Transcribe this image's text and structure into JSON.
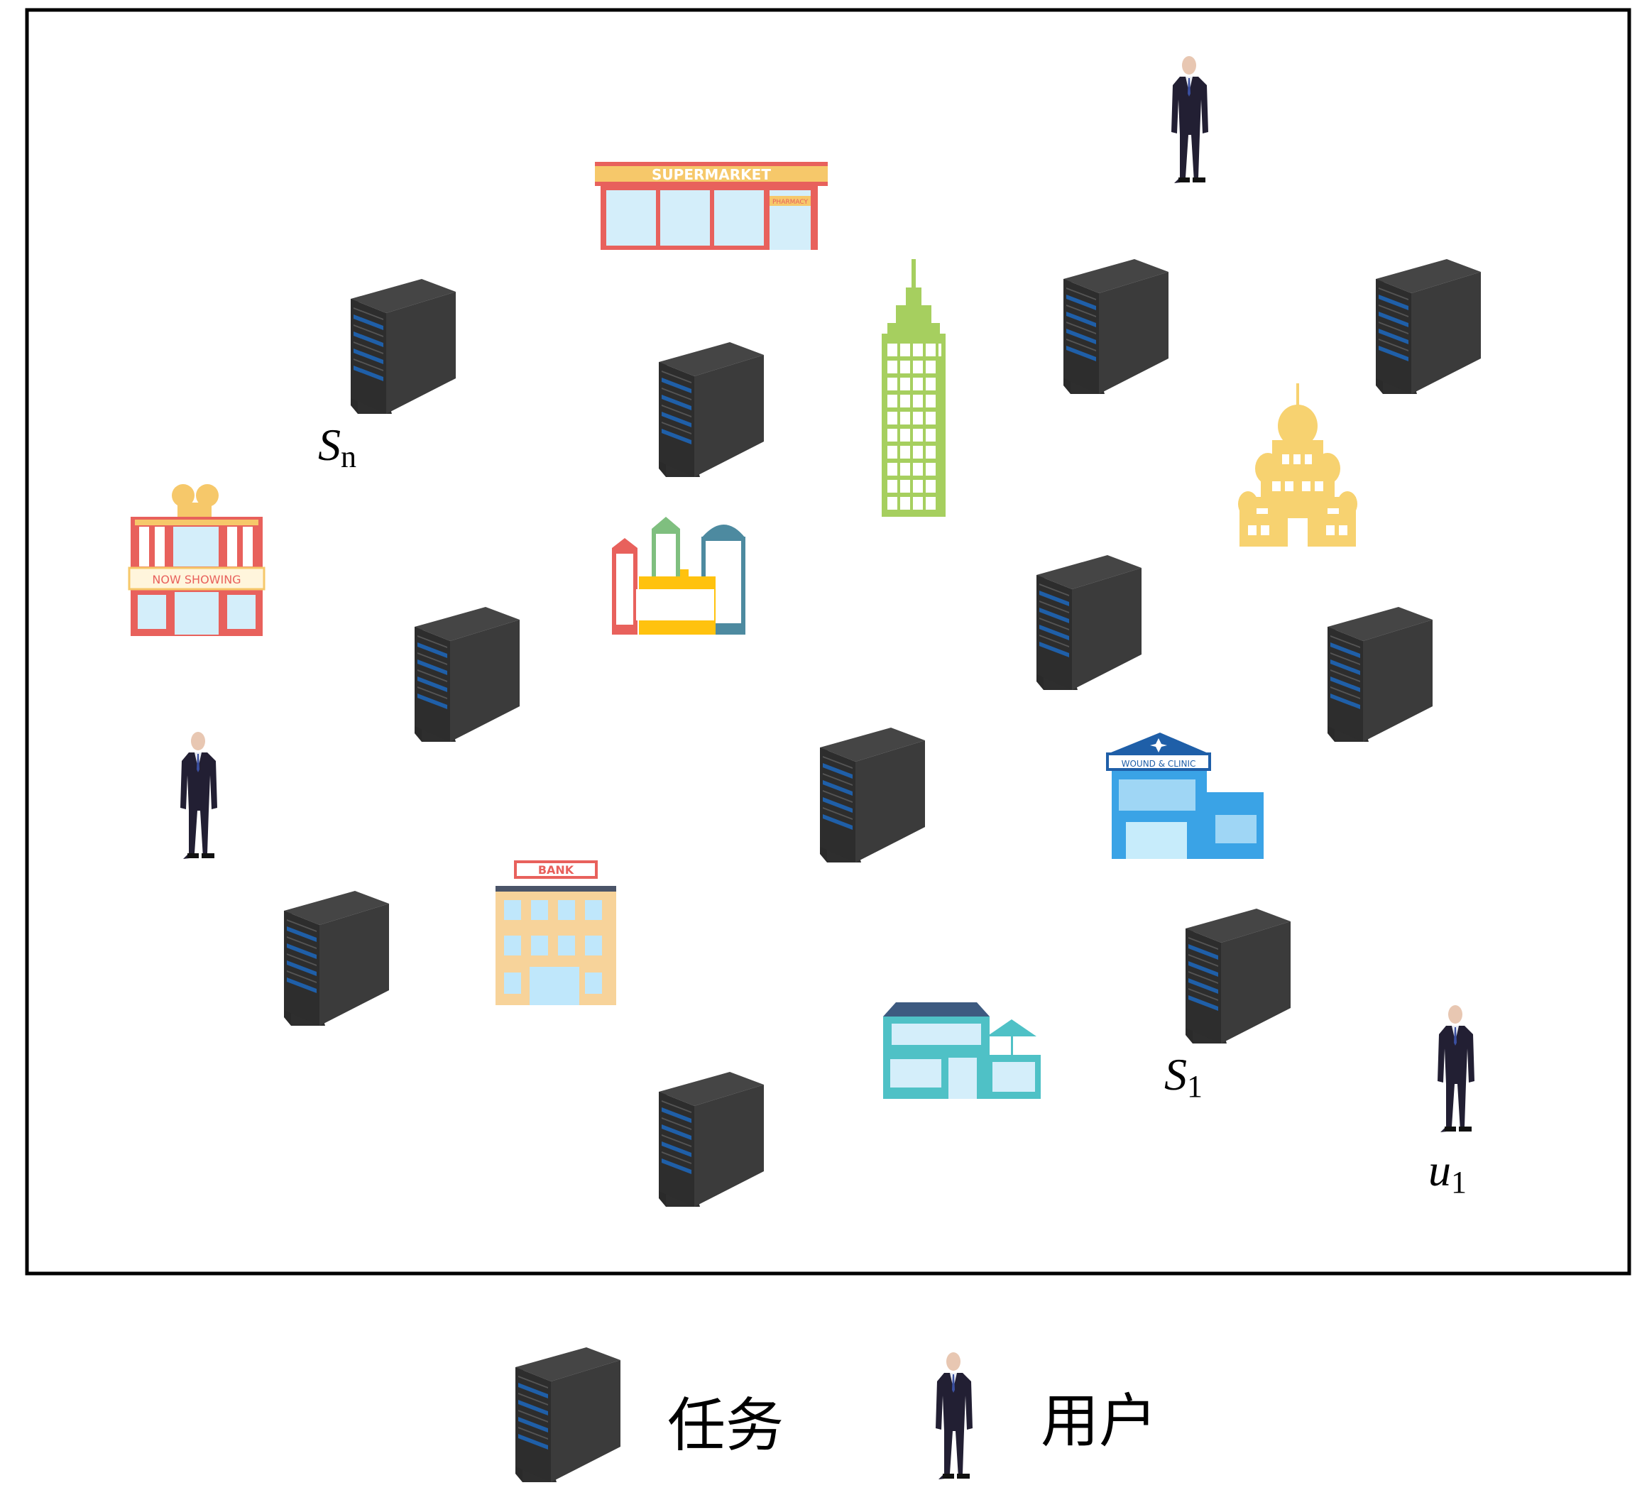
{
  "diagram": {
    "labels": {
      "sn": {
        "main": "S",
        "sub": "n"
      },
      "s1": {
        "main": "S",
        "sub": "1"
      },
      "u1": {
        "main": "u",
        "sub": "1"
      }
    },
    "building_signs": {
      "supermarket": "SUPERMARKET",
      "pharmacy": "PHARMACY",
      "cinema": "NOW SHOWING",
      "clinic": "WOUND & CLINIC",
      "bank": "BANK"
    }
  },
  "legend": {
    "items": [
      {
        "icon": "server-icon",
        "label": "任务"
      },
      {
        "icon": "person-icon",
        "label": "用户"
      }
    ]
  },
  "colors": {
    "server_body": "#3a3a3a",
    "server_accent": "#1f5fa8",
    "suit": "#221f33",
    "border": "#000000"
  }
}
